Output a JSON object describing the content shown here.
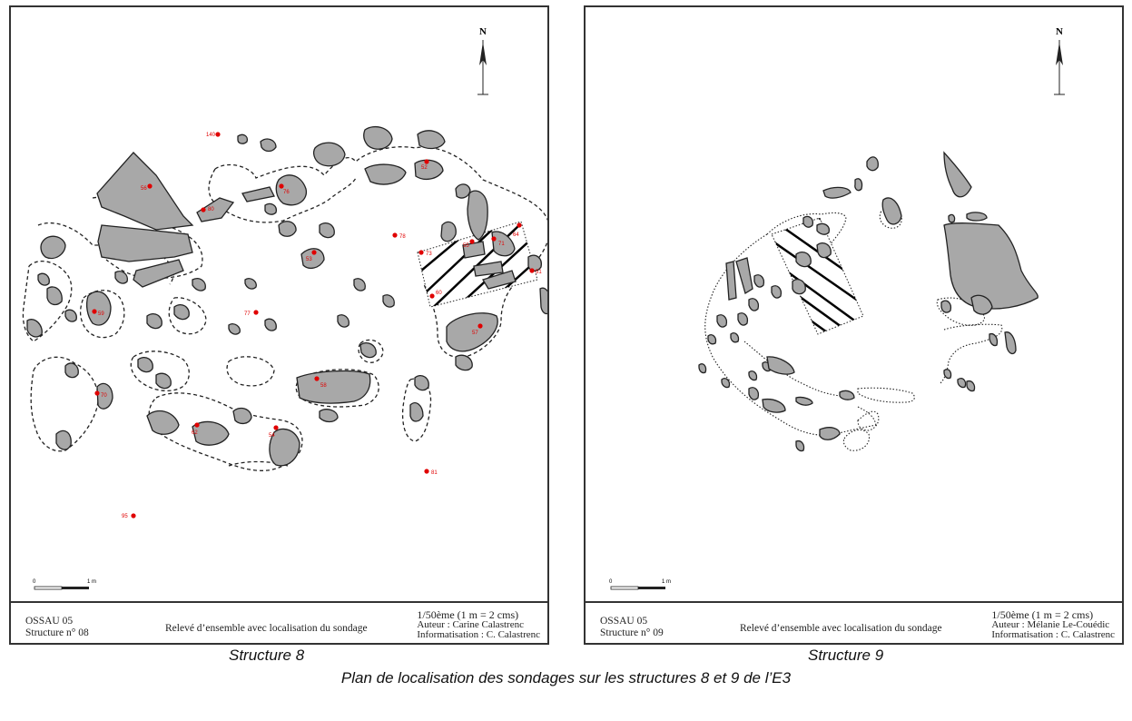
{
  "panels": [
    {
      "north": "N",
      "scale_left": "0",
      "scale_right": "1 m",
      "site": "OSSAU 05",
      "structure": "Structure n° 08",
      "title": "Relevé d’ensemble avec localisation du sondage",
      "scale": "1/50ème (1 m = 2 cms)",
      "author": "Auteur : Carine Calastrenc",
      "digitized": "Informatisation : C. Calastrenc",
      "points": [
        {
          "label": "140"
        },
        {
          "label": "56"
        },
        {
          "label": "76"
        },
        {
          "label": "80"
        },
        {
          "label": "52"
        },
        {
          "label": "53"
        },
        {
          "label": "78"
        },
        {
          "label": "73"
        },
        {
          "label": "55"
        },
        {
          "label": "71"
        },
        {
          "label": "64"
        },
        {
          "label": "51"
        },
        {
          "label": "60"
        },
        {
          "label": "59"
        },
        {
          "label": "77"
        },
        {
          "label": "57"
        },
        {
          "label": "58"
        },
        {
          "label": "70"
        },
        {
          "label": "62"
        },
        {
          "label": "54"
        },
        {
          "label": "81"
        },
        {
          "label": "95"
        }
      ]
    },
    {
      "north": "N",
      "scale_left": "0",
      "scale_right": "1 m",
      "site": "OSSAU 05",
      "structure": "Structure n° 09",
      "title": "Relevé d’ensemble avec localisation du sondage",
      "scale": "1/50ème (1 m = 2 cms)",
      "author": "Auteur : Mélanie Le-Couédic",
      "digitized": "Informatisation : C. Calastrenc"
    }
  ],
  "captions": {
    "left": "Structure 8",
    "right": "Structure 9",
    "main": "Plan de localisation des sondages sur les structures 8 et 9 de l’E3"
  }
}
